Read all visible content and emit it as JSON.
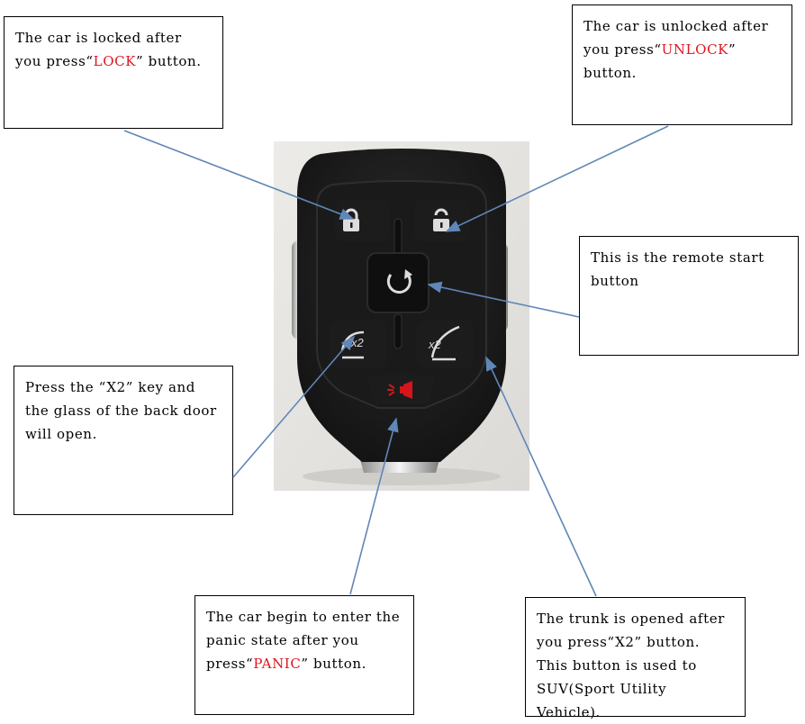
{
  "colors": {
    "accent_red": "#e0141e",
    "arrow": "#5f87b8"
  },
  "callouts": {
    "lock": {
      "pre": "The car is locked after you press“",
      "key": "LOCK",
      "post": "” button."
    },
    "unlock": {
      "pre": "The car is unlocked after you press“",
      "key": "UNLOCK",
      "post": "” button."
    },
    "remote": {
      "text": "This is the remote start button"
    },
    "glass": {
      "text": "Press the “X2” key and the glass of the back door will open."
    },
    "panic": {
      "pre": "The car begin to enter the panic state  after you press“",
      "key": "PANIC",
      "post": "” button."
    },
    "trunk": {
      "text": "The trunk is opened after you press“X2” button. This button is used to SUV(Sport Utility Vehicle)."
    }
  },
  "fob": {
    "buttons": {
      "lock": {
        "icon": "lock-icon"
      },
      "unlock": {
        "icon": "unlock-icon"
      },
      "remote_start": {
        "icon": "remote-start-icon"
      },
      "glass": {
        "icon": "rear-glass-icon",
        "label": "x2"
      },
      "trunk": {
        "icon": "liftgate-icon",
        "label": "x2"
      },
      "panic": {
        "icon": "panic-horn-icon"
      }
    }
  }
}
